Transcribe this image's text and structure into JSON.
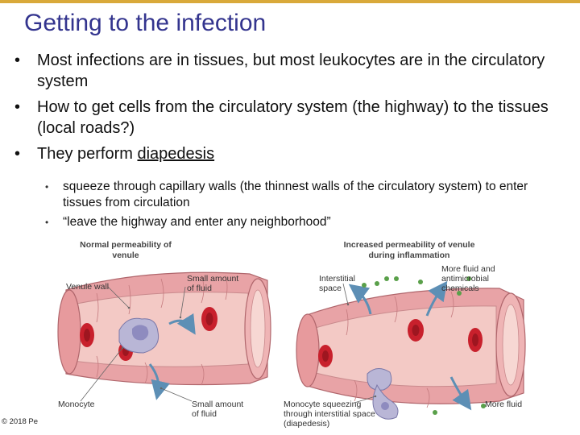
{
  "title": "Getting to the infection",
  "bullets": [
    {
      "text": "Most infections are in tissues, but most leukocytes are in the circulatory system"
    },
    {
      "text": "How to get cells from the circulatory system (the highway) to the tissues (local roads?)"
    },
    {
      "text_before": "They perform ",
      "text_underlined": "diapedesis"
    }
  ],
  "sub_bullets": [
    {
      "text": "squeeze through capillary walls (the thinnest walls of the circulatory system) to enter tissues from circulation"
    },
    {
      "text": "“leave the highway and enter any neighborhood”"
    }
  ],
  "figure": {
    "left_panel_title": "Normal permeability of venule",
    "right_panel_title": "Increased permeability of venule during inflammation",
    "labels": {
      "venule_wall": "Venule wall",
      "small_fluid_top": "Small amount of fluid",
      "monocyte": "Monocyte",
      "small_fluid_bottom": "Small amount of fluid",
      "interstitial_space": "Interstitial space",
      "more_fluid_chemicals": "More fluid and antimicrobial chemicals",
      "monocyte_squeezing": "Monocyte squeezing through interstitial space (diapedesis)",
      "more_fluid": "More fluid"
    },
    "colors": {
      "vessel_wall": "#e8a3a6",
      "vessel_inner": "#f3c9c5",
      "red_cell": "#c8202c",
      "monocyte": "#b9b6d6",
      "chemical_dots": "#5aa04a",
      "fluid_arrow": "#5d8fb5"
    }
  },
  "copyright": "© 2018 Pe"
}
